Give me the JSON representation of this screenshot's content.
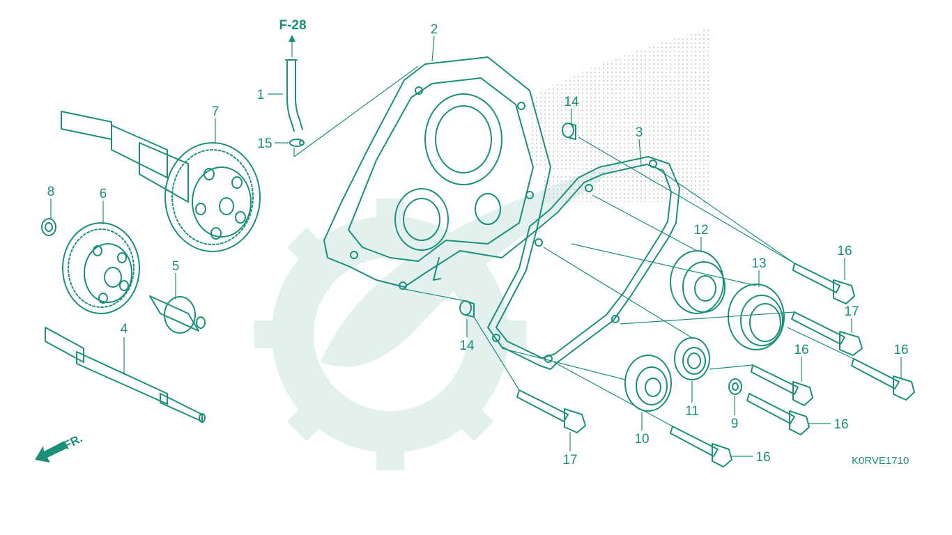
{
  "diagram": {
    "reference": "F-28",
    "drawing_code": "K0RVE1710",
    "front_label": "FR.",
    "callouts": [
      "1",
      "2",
      "3",
      "4",
      "5",
      "6",
      "7",
      "8",
      "9",
      "10",
      "11",
      "12",
      "13",
      "14",
      "14",
      "15",
      "16",
      "16",
      "16",
      "16",
      "16",
      "17",
      "17"
    ],
    "colors": {
      "line": "#1a8f7a",
      "watermark": "#e3f1ee",
      "background": "#ffffff"
    }
  }
}
